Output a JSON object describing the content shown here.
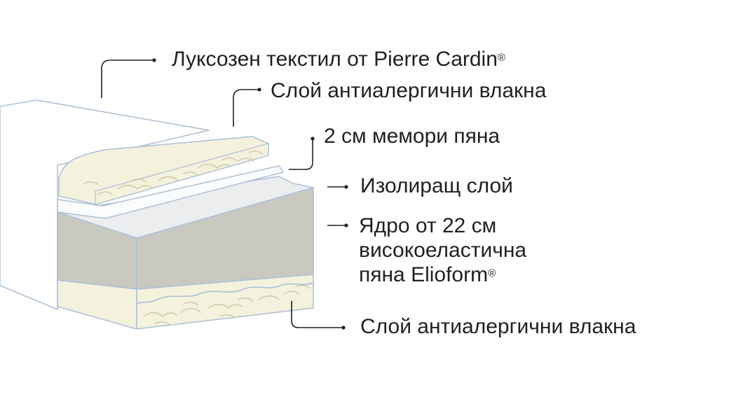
{
  "labels": {
    "textile": {
      "text": "Луксозен текстил от Pierre Cardin",
      "mark": "®"
    },
    "fiber_top": {
      "text": "Слой антиалергични влакна"
    },
    "memory_foam": {
      "text": "2 см мемори пяна"
    },
    "insulating": {
      "text": "Изолиращ слой"
    },
    "core": {
      "line1": "Ядро от 22 см",
      "line2": "високоеластична",
      "line3": "пяна Elioform",
      "mark": "®"
    },
    "fiber_bottom": {
      "text": "Слой антиалергични влакна"
    }
  },
  "colors": {
    "outline": "#a9bfd6",
    "cream": "#f4f1dd",
    "cream_edge": "#ebe6c8",
    "fiber_stroke": "#cfc7a3",
    "white_layer": "#fbfcfd",
    "insulating": "#ecedef",
    "core": "#c9c9c0",
    "leader": "#231f20"
  }
}
